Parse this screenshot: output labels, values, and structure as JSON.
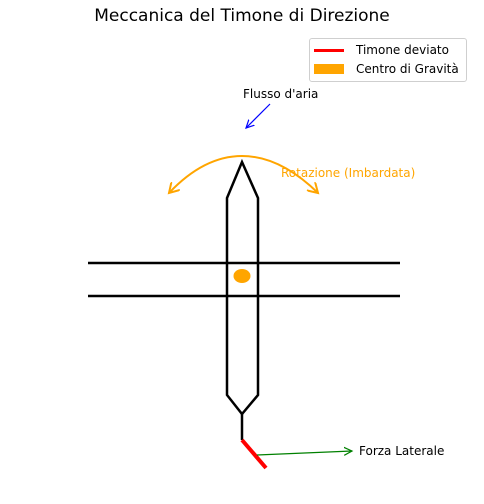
{
  "diagram": {
    "title": "Meccanica del Timone di Direzione",
    "legend": {
      "items": [
        {
          "label": "Timone deviato",
          "color": "#ff0000",
          "marker": "line"
        },
        {
          "label": "Centro di Gravità",
          "color": "#ffa500",
          "marker": "patch"
        }
      ]
    },
    "annotations": {
      "airflow": {
        "text": "Flusso d'aria",
        "color": "#0000ff"
      },
      "rotation": {
        "text": "Rotazione (Imbardata)",
        "color": "#ffa500"
      },
      "lateral_force": {
        "text": "Forza Laterale",
        "color": "#008000"
      }
    },
    "colors": {
      "aircraft_outline": "#000000",
      "rudder": "#ff0000",
      "center_of_gravity": "#ffa500"
    }
  }
}
